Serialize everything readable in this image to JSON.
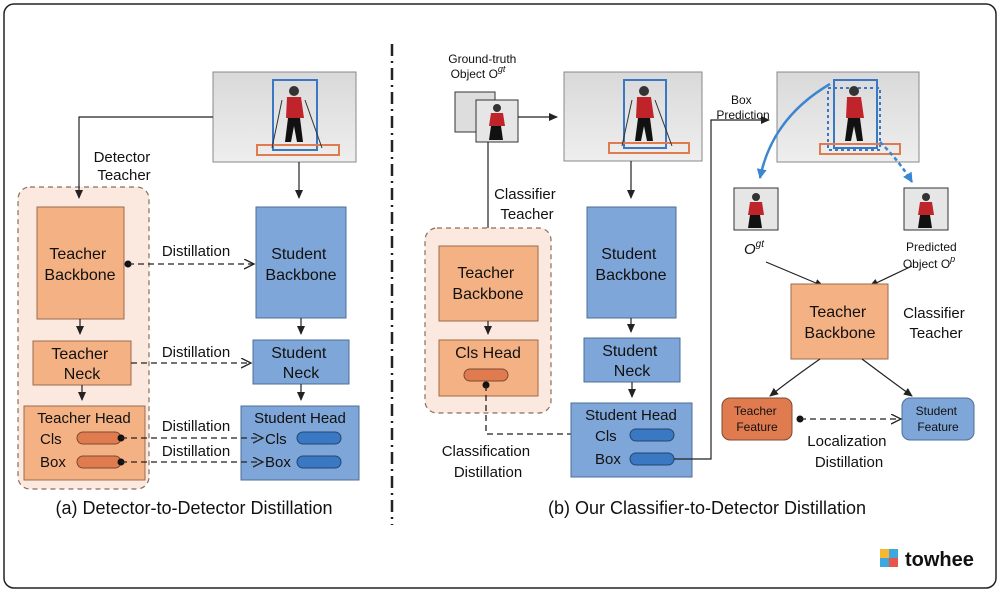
{
  "panel_a": {
    "caption": "(a) Detector-to-Detector Distillation",
    "detector_teacher": [
      "Detector",
      "Teacher"
    ],
    "teacher_backbone": [
      "Teacher",
      "Backbone"
    ],
    "teacher_neck": [
      "Teacher",
      "Neck"
    ],
    "teacher_head": "Teacher Head",
    "cls": "Cls",
    "box": "Box",
    "student_backbone": [
      "Student",
      "Backbone"
    ],
    "student_neck": [
      "Student",
      "Neck"
    ],
    "student_head": "Student Head",
    "distillation": "Distillation"
  },
  "panel_b": {
    "caption": "(b) Our Classifier-to-Detector Distillation",
    "ground_truth_object": [
      "Ground-truth",
      "Object O"
    ],
    "sup_gt": "gt",
    "sup_p": "p",
    "classifier_teacher": [
      "Classifier",
      "Teacher"
    ],
    "teacher_backbone": [
      "Teacher",
      "Backbone"
    ],
    "cls_head": "Cls Head",
    "classification_distillation": [
      "Classification",
      "Distillation"
    ],
    "student_backbone": [
      "Student",
      "Backbone"
    ],
    "student_neck": [
      "Student",
      "Neck"
    ],
    "student_head": "Student Head",
    "cls": "Cls",
    "box": "Box",
    "box_prediction": [
      "Box",
      "Prediction"
    ],
    "o_label": "O",
    "predicted_object": [
      "Predicted",
      "Object O"
    ],
    "teacher_backbone_right": [
      "Teacher",
      "Backbone"
    ],
    "classifier_teacher_right": [
      "Classifier",
      "Teacher"
    ],
    "teacher_feature": [
      "Teacher",
      "Feature"
    ],
    "student_feature": [
      "Student",
      "Feature"
    ],
    "localization_distillation": [
      "Localization",
      "Distillation"
    ]
  },
  "watermark": "towhee",
  "colors": {
    "teacher_orange": "#f4b183",
    "teacher_dark_orange": "#e07b50",
    "student_blue": "#7ea6d8",
    "student_dark_blue": "#3a78c4",
    "arrow_blue": "#3b86d1",
    "dashed_region": "#fbe9df"
  }
}
